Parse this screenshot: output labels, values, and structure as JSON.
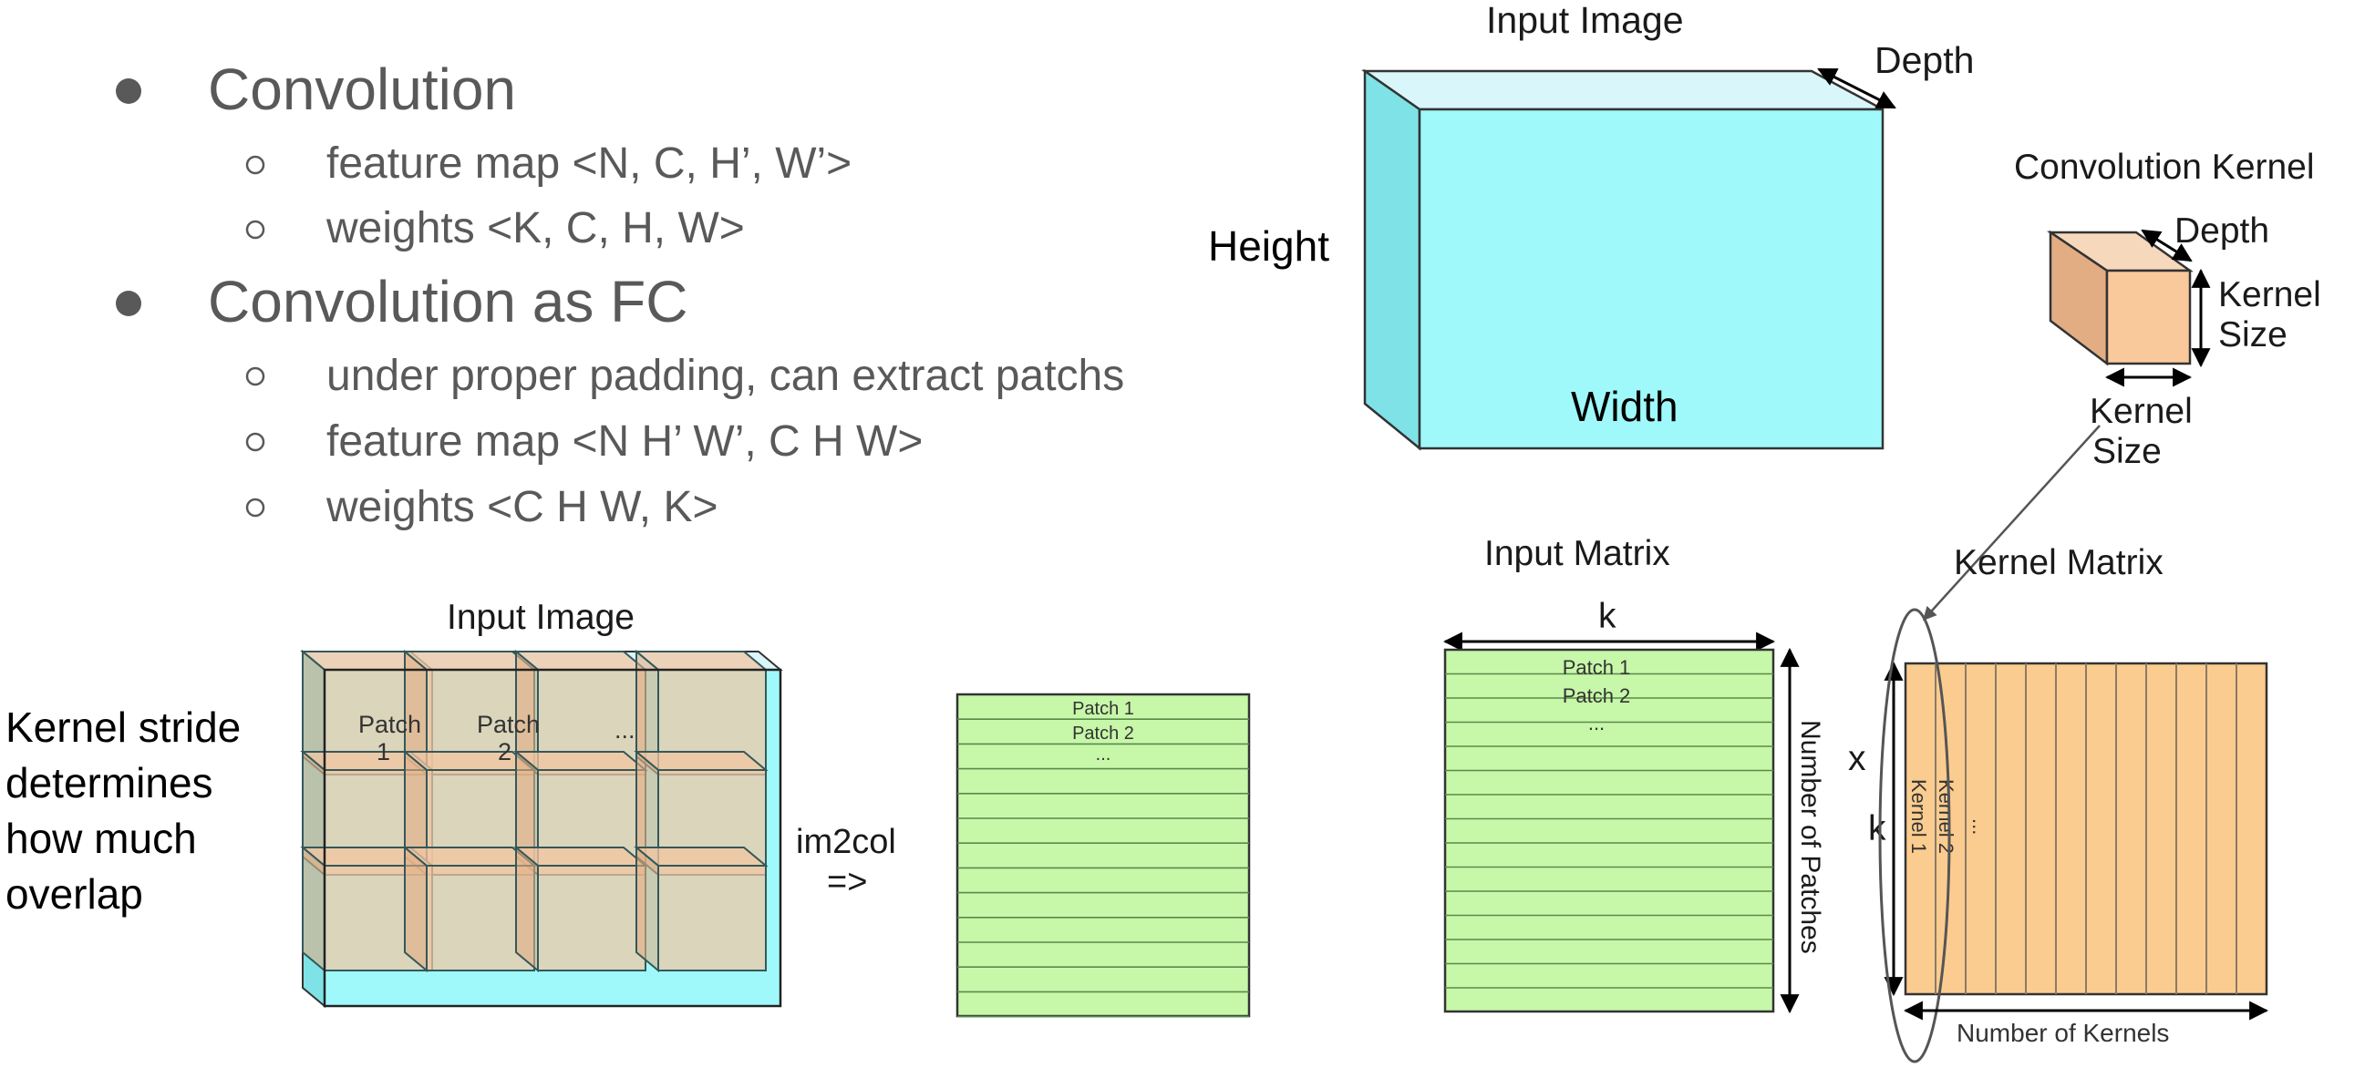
{
  "bullets": {
    "b1": "Convolution",
    "b1_sub": [
      "feature map <N, C, H’, W’>",
      "weights <K, C, H, W>"
    ],
    "b2": "Convolution as FC",
    "b2_sub": [
      "under proper padding, can extract patchs",
      "feature map <N H’ W’, C H W>",
      "weights <C H W, K>"
    ]
  },
  "stride_note": [
    "Kernel stride",
    "determines",
    "how much",
    "overlap"
  ],
  "input_image_3d": {
    "title": "Input Image",
    "height_label": "Height",
    "width_label": "Width",
    "depth_label": "Depth"
  },
  "conv_kernel": {
    "title": "Convolution Kernel",
    "depth_label": "Depth",
    "size_side": [
      "Kernel",
      "Size"
    ],
    "size_bottom": [
      "Kernel",
      "Size"
    ]
  },
  "patch_grid": {
    "title": "Input Image",
    "patch1": [
      "Patch",
      "1"
    ],
    "patch2": [
      "Patch",
      "2"
    ],
    "ellipsis": "..."
  },
  "im2col": {
    "line1": "im2col",
    "line2": "=>"
  },
  "small_matrix": {
    "rows": [
      "Patch 1",
      "Patch 2",
      "..."
    ]
  },
  "input_matrix": {
    "title": "Input Matrix",
    "k_label": "k",
    "rows": [
      "Patch 1",
      "Patch 2",
      "..."
    ],
    "side_label": "Number of Patches"
  },
  "kernel_matrix": {
    "title": "Kernel Matrix",
    "x_label": "x",
    "k_label": "k",
    "cols": [
      "Kernel 1",
      "Kernel 2",
      "..."
    ],
    "bottom_label": "Number of Kernels"
  },
  "colors": {
    "cyan": "#9ff9fb",
    "cyan_light": "#d9f7fb",
    "peach": "#f9c99b",
    "peach_dark": "#e8b287",
    "green": "#c7f7a9",
    "orange": "#fbcc8f"
  }
}
